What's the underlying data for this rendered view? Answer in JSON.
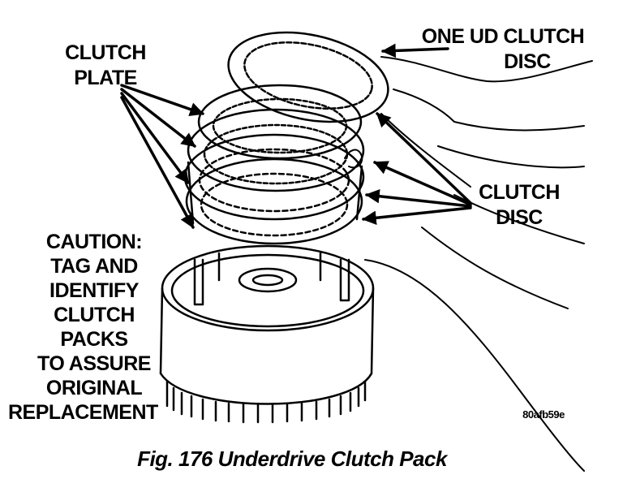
{
  "figure": {
    "caption": "Fig. 176 Underdrive Clutch Pack",
    "code": "80afb59e"
  },
  "labels": {
    "clutch_plate": [
      "CLUTCH",
      "PLATE"
    ],
    "one_ud_clutch_disc": [
      "ONE UD CLUTCH",
      "DISC"
    ],
    "clutch_disc": [
      "CLUTCH",
      "DISC"
    ],
    "caution": [
      "CAUTION:",
      "TAG AND",
      "IDENTIFY",
      "CLUTCH",
      "PACKS",
      "TO ASSURE",
      "ORIGINAL",
      "REPLACEMENT"
    ]
  },
  "colors": {
    "ink": "#000000",
    "paper": "#ffffff"
  }
}
